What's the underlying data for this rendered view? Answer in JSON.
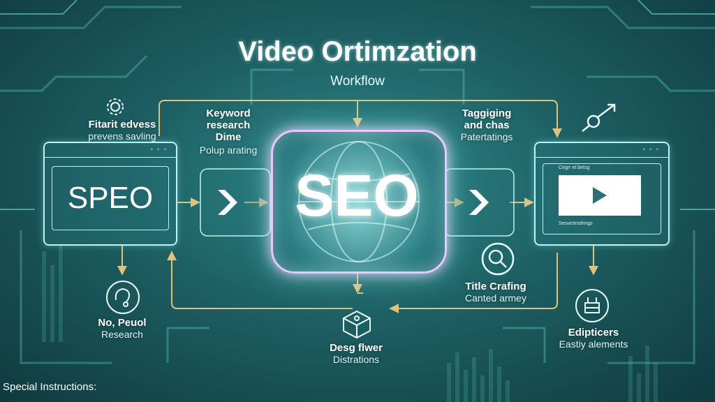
{
  "header": {
    "title": "Video Ortimzation",
    "subtitle": "Workflow"
  },
  "left_panel": {
    "text": "SPEO",
    "caption_bold": "Fitarit edvess",
    "caption": "prevens savling"
  },
  "keyword": {
    "bold_line1": "Keyword",
    "bold_line2": "research",
    "bold_line3": "Dime",
    "caption": "Polup arating"
  },
  "center": {
    "text": "SEO"
  },
  "tagging": {
    "bold_line1": "Taggiging",
    "bold_line2": "and chas",
    "caption": "Patertatings"
  },
  "right_panel": {
    "header_text": "Cegrr et betsg",
    "footer_text": "Sesvertrsdrings"
  },
  "no_peuol": {
    "bold": "No, Peuol",
    "caption": "Research"
  },
  "title_crafting": {
    "bold": "Title Crafing",
    "caption": "Canted armey"
  },
  "design": {
    "bold": "Desg flwer",
    "caption": "Distrations"
  },
  "edipticers": {
    "bold": "Edipticers",
    "caption": "Eastiy alements"
  },
  "footer": {
    "instructions": "Special Instructions:"
  },
  "colors": {
    "arrow": "#e0c27a",
    "accent_glow": "#e9c8ff",
    "line": "#bff3f1"
  },
  "icons": [
    "gear-icon",
    "gender-arrow-icon",
    "chat-icon",
    "search-icon",
    "box-icon",
    "building-icon",
    "play-icon"
  ]
}
